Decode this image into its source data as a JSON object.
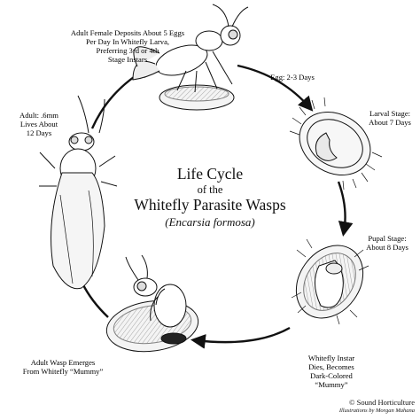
{
  "title": {
    "line1": "Life Cycle",
    "line2": "of the",
    "line3": "Whitefly Parasite Wasps",
    "line4": "(Encarsia formosa)"
  },
  "stages": [
    {
      "lines": [
        "Adult Female Deposits About 5 Eggs",
        "Per Day In Whitefly Larva,",
        "Preferring 3rd or 4th",
        "Stage Instars"
      ]
    },
    {
      "lines": [
        "Egg: 2-3 Days"
      ]
    },
    {
      "lines": [
        "Larval Stage:",
        "About 7 Days"
      ]
    },
    {
      "lines": [
        "Pupal Stage:",
        "About 8 Days"
      ]
    },
    {
      "lines": [
        "Whitefly Instar",
        "Dies, Becomes",
        "Dark-Colored",
        "“Mummy”"
      ]
    },
    {
      "lines": [
        "Adult Wasp Emerges",
        "From Whitefly “Mummy”"
      ]
    },
    {
      "lines": [
        "Adult: .6mm",
        "Lives About",
        "12 Days"
      ]
    }
  ],
  "credits": {
    "copyright": "© Sound Horticulture",
    "illustrator": "Illustrations by Morgan Mahana"
  }
}
